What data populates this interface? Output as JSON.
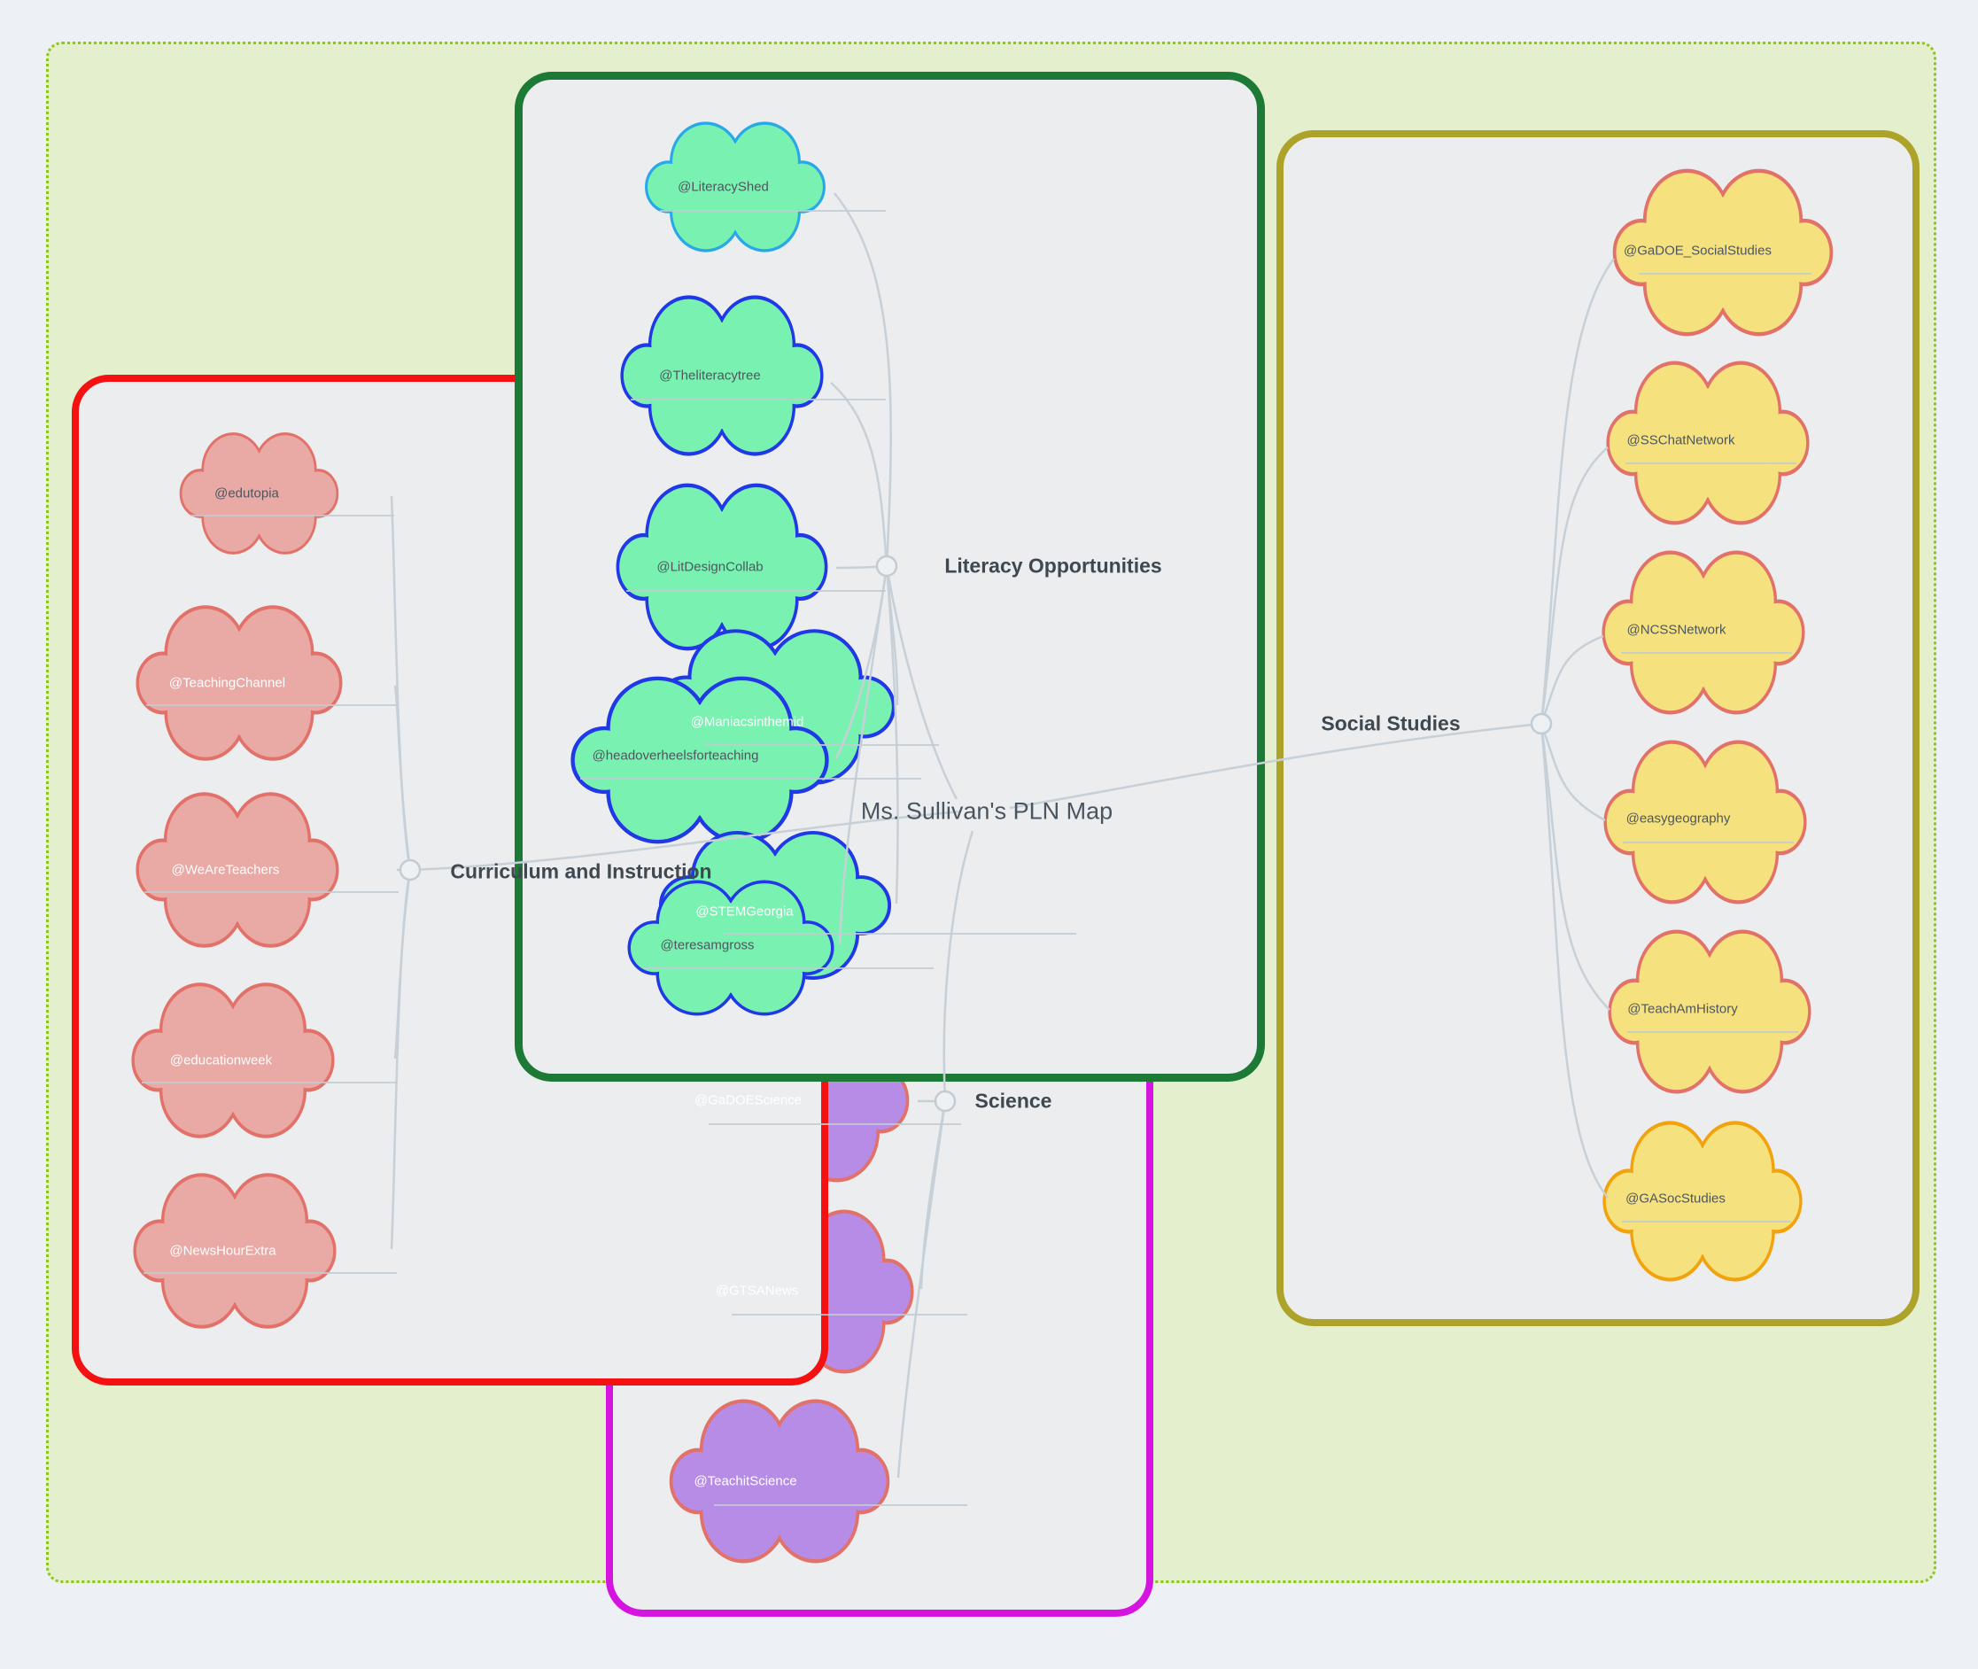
{
  "title": "Ms. Sullivan's PLN Map",
  "branches": {
    "curriculum": {
      "label": "Curriculum and Instruction",
      "box_color": "#f31111",
      "cloud_fill": "#e9a9a5",
      "cloud_stroke": "#e2716a",
      "nodes": [
        {
          "label": "@edutopia"
        },
        {
          "label": "@TeachingChannel"
        },
        {
          "label": "@WeAreTeachers"
        },
        {
          "label": "@educationweek"
        },
        {
          "label": "@NewsHourExtra"
        }
      ]
    },
    "literacy": {
      "label": "Literacy Opportunities",
      "box_color": "#1d7a36",
      "cloud_fill": "#79f2b1",
      "cloud_stroke": "#2038e6",
      "alt_cloud_stroke": "#28a8e8",
      "nodes": [
        {
          "label": "@LiteracyShed"
        },
        {
          "label": "@Theliteracytree"
        },
        {
          "label": "@LitDesignCollab"
        },
        {
          "label": "@Maniacsinthemid"
        },
        {
          "label": "@headoverheelsforteaching"
        },
        {
          "label": "@STEMGeorgia"
        },
        {
          "label": "@teresamgross"
        }
      ]
    },
    "science": {
      "label": "Science",
      "box_color": "#d614e0",
      "cloud_fill": "#b78ce6",
      "cloud_stroke": "#e2716a",
      "nodes": [
        {
          "label": "@GaDOEScience"
        },
        {
          "label": "@GTSANews"
        },
        {
          "label": "@TeachitScience"
        }
      ]
    },
    "social": {
      "label": "Social Studies",
      "box_color": "#ada32a",
      "cloud_fill": "#f5e17d",
      "cloud_stroke": "#e2716a",
      "alt_cloud_stroke": "#f2a20d",
      "nodes": [
        {
          "label": "@GaDOE_SocialStudies"
        },
        {
          "label": "@SSChatNetwork"
        },
        {
          "label": "@NCSSNetwork"
        },
        {
          "label": "@easygeography"
        },
        {
          "label": "@TeachAmHistory"
        },
        {
          "label": "@GASocStudies"
        }
      ]
    }
  }
}
